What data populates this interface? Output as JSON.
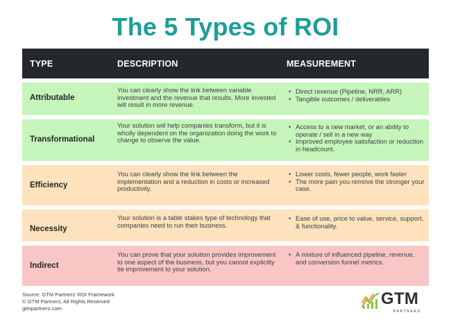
{
  "title": "The 5 Types of ROI",
  "header": {
    "type": "TYPE",
    "description": "DESCRIPTION",
    "measurement": "MEASUREMENT"
  },
  "rows": [
    {
      "type": "Attributable",
      "color": "#c6f5bb",
      "description": "You can clearly show the link between variable investment and the revenue that results. More invested will result in more revenue.",
      "measurement": [
        "Direct revenue (Pipeline, NRR, ARR)",
        "Tangible outcomes / deliverables"
      ]
    },
    {
      "type": "Transformational",
      "color": "#c6f5bb",
      "description": "Your solution will help companies transform, but it is wholly dependent on the organization doing the work to change to observe the value.",
      "measurement": [
        "Access to a new market, or an ability to operate / sell in a new way",
        "Improved employee satisfaction or reduction in headcount."
      ]
    },
    {
      "type": "Efficiency",
      "color": "#fde2bd",
      "description": "You can clearly show the link between the implementation and a reduction in costs or increased productivity.",
      "measurement": [
        "Lower costs, fewer people, work faster",
        "The more pain you remove the stronger your case."
      ]
    },
    {
      "type": "Necessity",
      "color": "#fde2bd",
      "description": "Your solution is a table stakes type of technology that companies need to run their business.",
      "measurement": [
        "Ease of use, price to value, service, support, & functionality."
      ]
    },
    {
      "type": "Indirect",
      "color": "#f9c6c6",
      "description": "You can prove that your solution provides improvement to one aspect of the business, but you cannot explicitly tie improvement to your solution.",
      "measurement": [
        "A mixture of influenced pipeline, revenue, and conversion funnel metrics."
      ]
    }
  ],
  "footer": {
    "source": "Source: GTM Partners' ROI Framework",
    "copyright": "© GTM Partners, All Rights Reserved",
    "website": "gtmpartners.com"
  },
  "logo": {
    "name": "GTM",
    "tagline": "PARTNERS",
    "icon": "growth-chart-icon",
    "green": "#8cc63f",
    "orange": "#f7941d"
  },
  "colors": {
    "title": "#1d9e98",
    "header_bg": "#24272c"
  }
}
